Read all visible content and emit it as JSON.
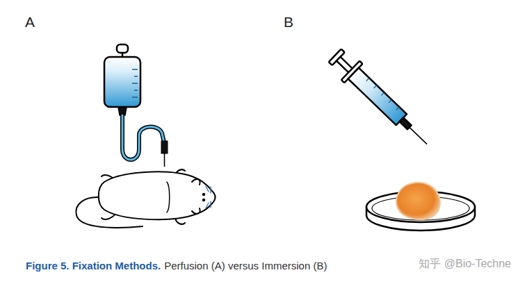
{
  "diagram": {
    "caption": "Figure 5. Fixation Methods.",
    "labels": [
      "A",
      "B",
      "Perfusion (A) versus Immersion (B)",
      "知乎 @Bio-Techne"
    ]
  }
}
